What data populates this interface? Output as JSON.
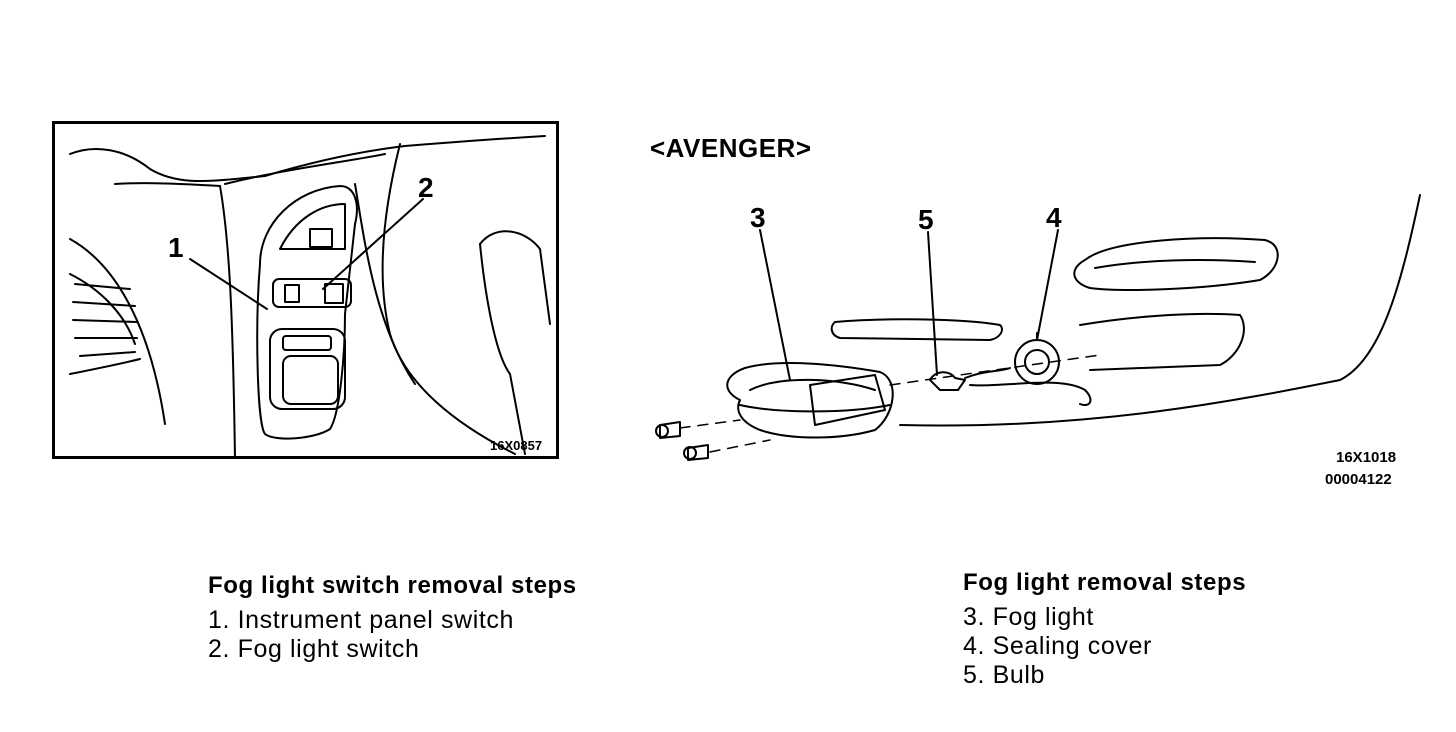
{
  "left_figure": {
    "callouts": [
      "1",
      "2"
    ],
    "code": "16X0857"
  },
  "right_figure": {
    "model_label": "<AVENGER>",
    "callouts": [
      "3",
      "5",
      "4"
    ],
    "code_line1": "16X1018",
    "code_line2": "00004122"
  },
  "switch_steps": {
    "title": "Fog light switch removal steps",
    "items": [
      "1. Instrument panel switch",
      "2. Fog light switch"
    ]
  },
  "light_steps": {
    "title": "Fog light removal steps",
    "items": [
      "3. Fog light",
      "4. Sealing cover",
      "5. Bulb"
    ]
  }
}
